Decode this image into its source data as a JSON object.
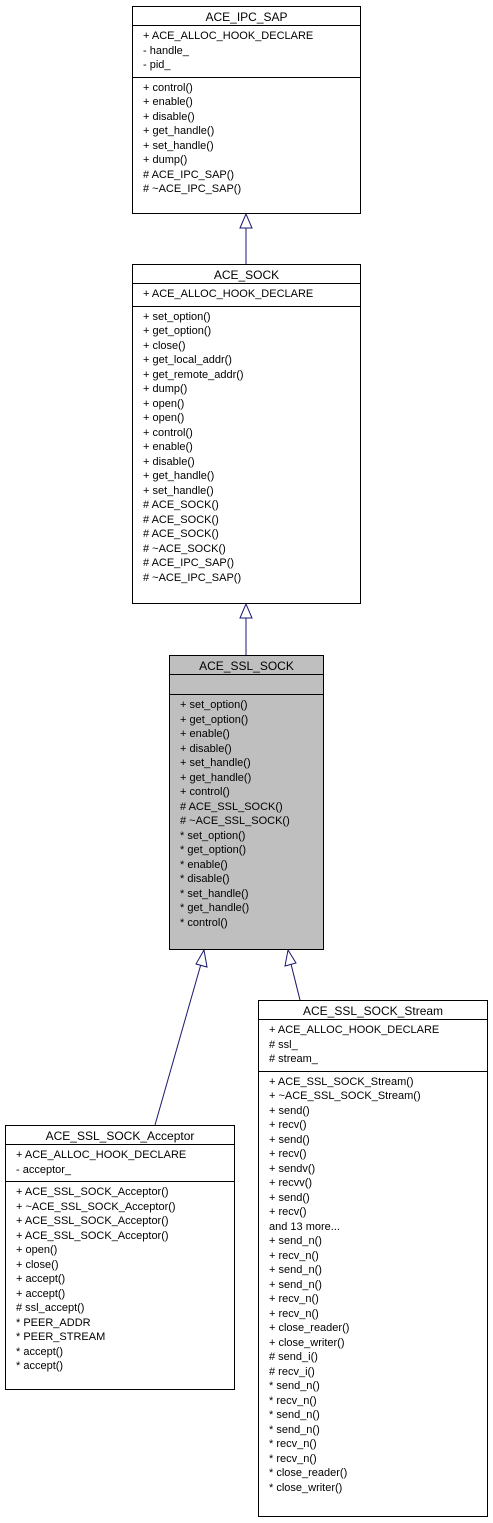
{
  "classes": {
    "ipc_sap": {
      "name": "ACE_IPC_SAP",
      "attributes": [
        "+ ACE_ALLOC_HOOK_DECLARE",
        "- handle_",
        "- pid_"
      ],
      "methods": [
        "+ control()",
        "+ enable()",
        "+ disable()",
        "+ get_handle()",
        "+ set_handle()",
        "+ dump()",
        "# ACE_IPC_SAP()",
        "# ~ACE_IPC_SAP()"
      ]
    },
    "sock": {
      "name": "ACE_SOCK",
      "attributes": [
        "+ ACE_ALLOC_HOOK_DECLARE"
      ],
      "methods": [
        "+ set_option()",
        "+ get_option()",
        "+ close()",
        "+ get_local_addr()",
        "+ get_remote_addr()",
        "+ dump()",
        "+ open()",
        "+ open()",
        "+ control()",
        "+ enable()",
        "+ disable()",
        "+ get_handle()",
        "+ set_handle()",
        "# ACE_SOCK()",
        "# ACE_SOCK()",
        "# ACE_SOCK()",
        "# ~ACE_SOCK()",
        "# ACE_IPC_SAP()",
        "# ~ACE_IPC_SAP()"
      ]
    },
    "ssl_sock": {
      "name": "ACE_SSL_SOCK",
      "attributes": [],
      "methods": [
        "+ set_option()",
        "+ get_option()",
        "+ enable()",
        "+ disable()",
        "+ set_handle()",
        "+ get_handle()",
        "+ control()",
        "# ACE_SSL_SOCK()",
        "# ~ACE_SSL_SOCK()",
        "* set_option()",
        "* get_option()",
        "* enable()",
        "* disable()",
        "* set_handle()",
        "* get_handle()",
        "* control()"
      ]
    },
    "acceptor": {
      "name": "ACE_SSL_SOCK_Acceptor",
      "attributes": [
        "+ ACE_ALLOC_HOOK_DECLARE",
        "- acceptor_"
      ],
      "methods": [
        "+ ACE_SSL_SOCK_Acceptor()",
        "+ ~ACE_SSL_SOCK_Acceptor()",
        "+ ACE_SSL_SOCK_Acceptor()",
        "+ ACE_SSL_SOCK_Acceptor()",
        "+ open()",
        "+ close()",
        "+ accept()",
        "+ accept()",
        "# ssl_accept()",
        "* PEER_ADDR",
        "* PEER_STREAM",
        "* accept()",
        "* accept()"
      ]
    },
    "stream": {
      "name": "ACE_SSL_SOCK_Stream",
      "attributes": [
        "+ ACE_ALLOC_HOOK_DECLARE",
        "# ssl_",
        "# stream_"
      ],
      "methods": [
        "+ ACE_SSL_SOCK_Stream()",
        "+ ~ACE_SSL_SOCK_Stream()",
        "+ send()",
        "+ recv()",
        "+ send()",
        "+ recv()",
        "+ sendv()",
        "+ recvv()",
        "+ send()",
        "+ recv()",
        "and 13 more...",
        "+ send_n()",
        "+ recv_n()",
        "+ send_n()",
        "+ send_n()",
        "+ recv_n()",
        "+ recv_n()",
        "+ close_reader()",
        "+ close_writer()",
        "# send_i()",
        "# recv_i()",
        "* send_n()",
        "* recv_n()",
        "* send_n()",
        "* send_n()",
        "* recv_n()",
        "* recv_n()",
        "* close_reader()",
        "* close_writer()"
      ]
    }
  },
  "colors": {
    "edge": "#191970",
    "highlight_fill": "#bfbfbf"
  }
}
